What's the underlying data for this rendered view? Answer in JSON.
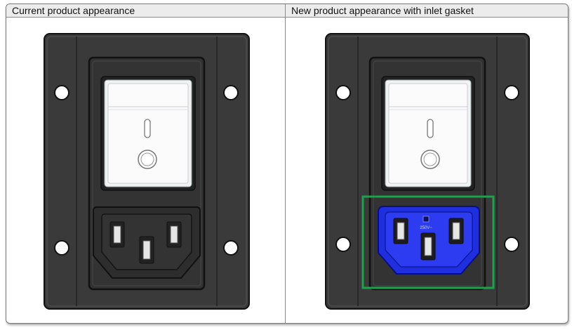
{
  "headers": {
    "left": "Current product appearance",
    "right": "New product appearance with inlet gasket"
  },
  "colors": {
    "housing": "#3d3d3d",
    "frame_outline": "#111111",
    "gasket_blue": "#1f2fe0",
    "highlight_green": "#1aa34a",
    "header_bg": "#ececec"
  },
  "panels": [
    {
      "name": "current",
      "has_gasket": false
    },
    {
      "name": "new-with-gasket",
      "has_gasket": true,
      "inlet_marking": "250V~"
    }
  ]
}
